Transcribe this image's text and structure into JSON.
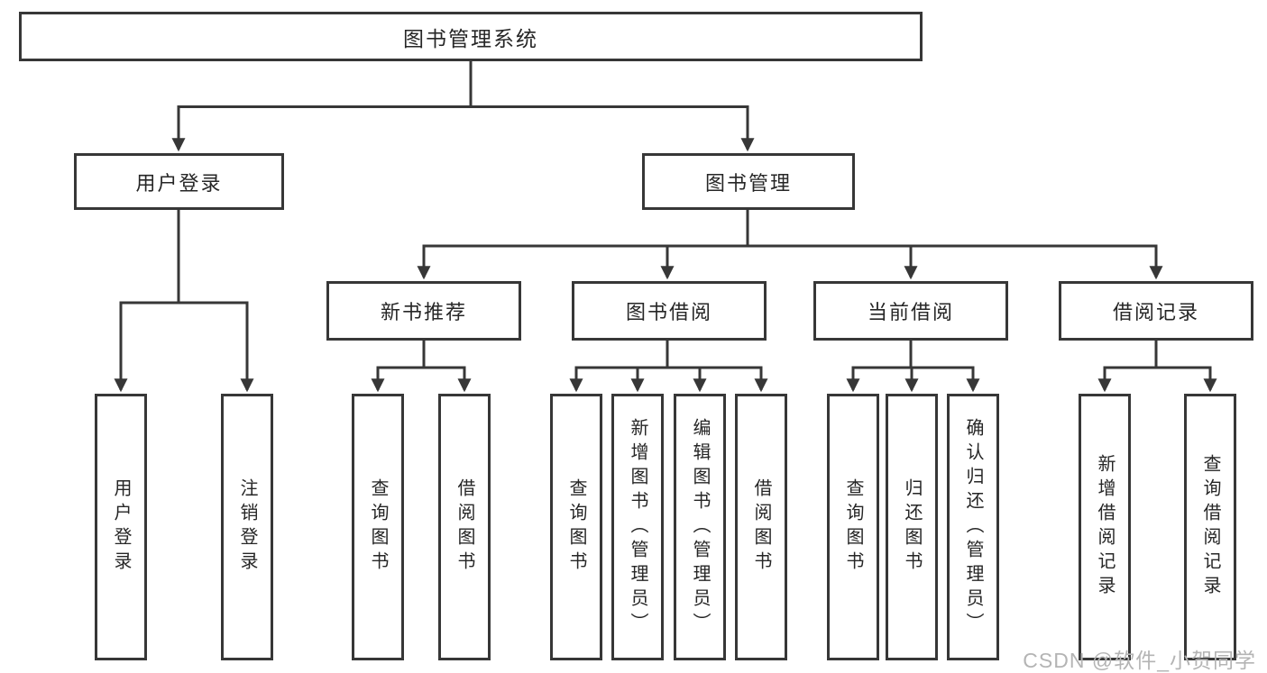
{
  "diagram": {
    "root": {
      "label": "图书管理系统"
    },
    "children": [
      {
        "label": "用户登录",
        "children": [
          {
            "label": "用户登录"
          },
          {
            "label": "注销登录"
          }
        ]
      },
      {
        "label": "图书管理",
        "children": [
          {
            "label": "新书推荐",
            "children": [
              {
                "label": "查询图书"
              },
              {
                "label": "借阅图书"
              }
            ]
          },
          {
            "label": "图书借阅",
            "children": [
              {
                "label": "查询图书"
              },
              {
                "label": "新增图书（管理员）"
              },
              {
                "label": "编辑图书（管理员）"
              },
              {
                "label": "借阅图书"
              }
            ]
          },
          {
            "label": "当前借阅",
            "children": [
              {
                "label": "查询图书"
              },
              {
                "label": "归还图书"
              },
              {
                "label": "确认归还（管理员）"
              }
            ]
          },
          {
            "label": "借阅记录",
            "children": [
              {
                "label": "新增借阅记录"
              },
              {
                "label": "查询借阅记录"
              }
            ]
          }
        ]
      }
    ]
  },
  "watermark": {
    "text": "CSDN @软件_小贺同学"
  },
  "colors": {
    "line": "#373737",
    "box_border": "#373737",
    "text": "#262626",
    "watermark": "#b4b4b4",
    "background": "#ffffff"
  }
}
